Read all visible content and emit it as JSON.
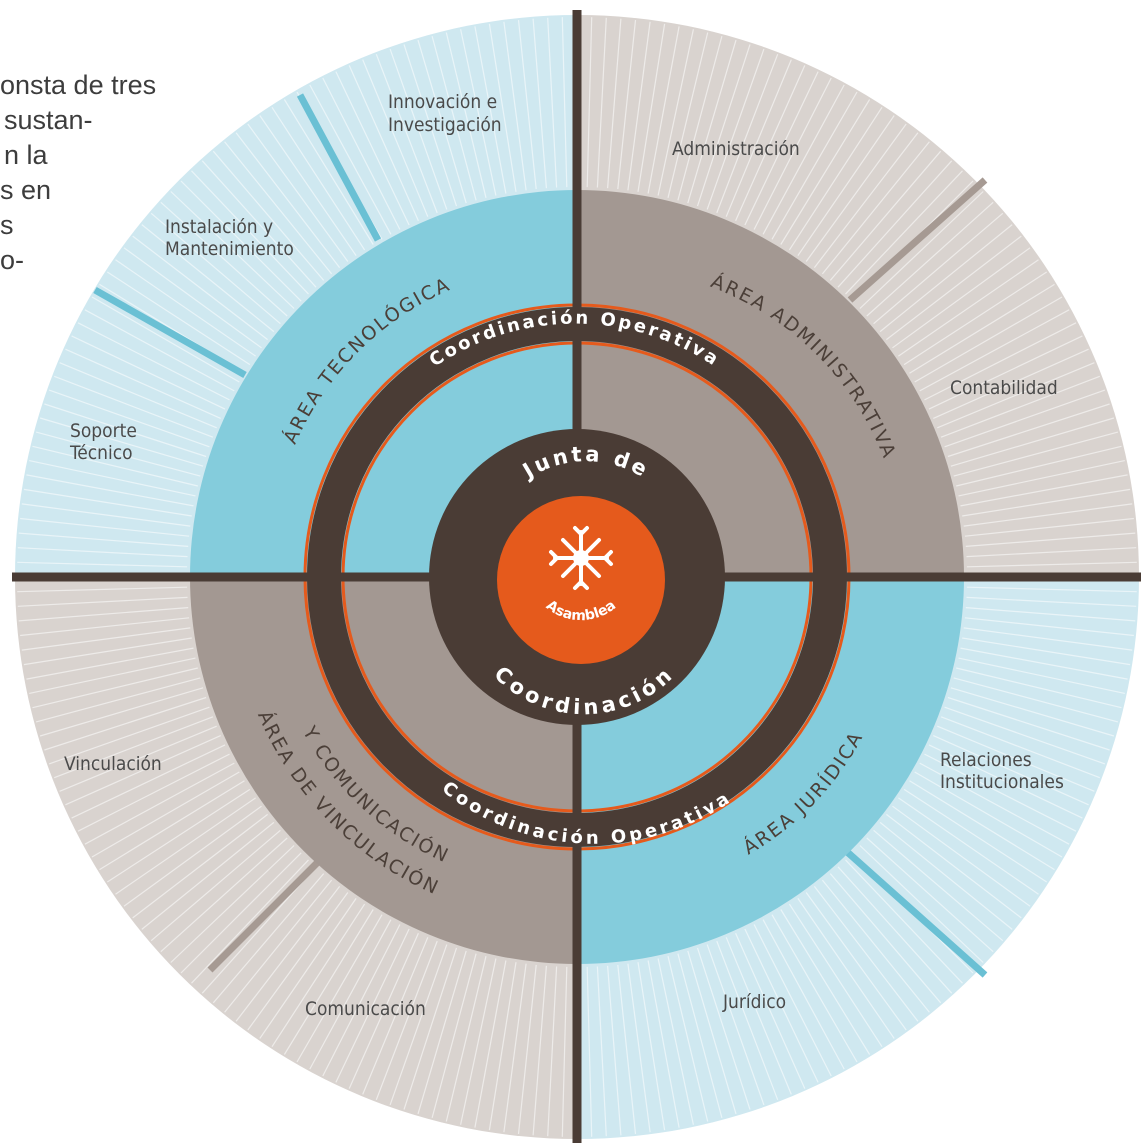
{
  "intro": {
    "lines": [
      "onsta de tres",
      "sustan-",
      "n la",
      "s en",
      "s",
      "o-"
    ]
  },
  "colors": {
    "blue_outer": "#cfe8f0",
    "blue_area": "#84ccdc",
    "taupe_outer": "#d9d3cf",
    "taupe_area": "#a39892",
    "dark_brown": "#4a3c35",
    "orange": "#e55a1c",
    "divider": "#4a3c35"
  },
  "departments": {
    "innovacion": [
      "Innovación e",
      "Investigación"
    ],
    "instalacion": [
      "Instalación y",
      "Mantenimiento"
    ],
    "soporte": [
      "Soporte",
      "Técnico"
    ],
    "administracion": [
      "Administración"
    ],
    "contabilidad": [
      "Contabilidad"
    ],
    "vinculacion": [
      "Vinculación"
    ],
    "comunicacion": [
      "Comunicación"
    ],
    "relaciones": [
      "Relaciones",
      "Institucionales"
    ],
    "juridico": [
      "Jurídico"
    ]
  },
  "areas": {
    "tecnologica": "ÁREA TECNOLÓGICA",
    "administrativa": "ÁREA ADMINISTRATIVA",
    "juridica": "ÁREA JURÍDICA",
    "vinculacion_line1": "ÁREA DE VINCULACIÓN",
    "vinculacion_line2": "Y COMUNICACIÓN"
  },
  "coordination": {
    "top": "Coordinación Operativa",
    "bottom": "Coordinación Operativa"
  },
  "core": {
    "junta_top": "Junta de",
    "junta_bottom": "Coordinación",
    "asamblea": "Asamblea",
    "emblem_icon": "snowflake-icon"
  }
}
